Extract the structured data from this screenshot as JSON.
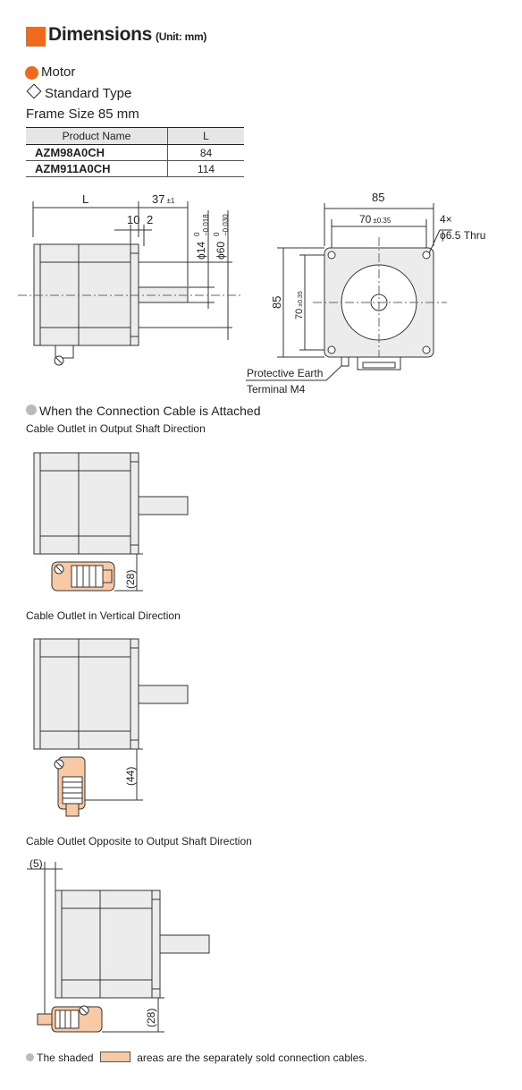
{
  "header": {
    "title": "Dimensions",
    "unit": "(Unit: mm)"
  },
  "section": {
    "title": "Motor",
    "type": "Standard Type",
    "frame": "Frame Size 85 mm"
  },
  "table": {
    "headers": [
      "Product Name",
      "L"
    ],
    "rows": [
      {
        "name": "AZM98A0CH",
        "l": "84"
      },
      {
        "name": "AZM911A0CH",
        "l": "114"
      }
    ]
  },
  "side_view": {
    "dim_l": "L",
    "dim_37": "37",
    "dim_37_tol": "±1",
    "dim_10": "10",
    "dim_2": "2",
    "phi14": "ϕ14",
    "phi14_tol_hi": "0",
    "phi14_tol_lo": "−0.018",
    "phi60": "ϕ60",
    "phi60_tol_hi": "0",
    "phi60_tol_lo": "−0.030"
  },
  "front_view": {
    "dim_85_top": "85",
    "dim_70_top": "70",
    "dim_70_tol": "±0.35",
    "dim_85_left": "85",
    "dim_70_left": "70",
    "hole_count": "4×",
    "hole_spec": "ϕ6.5 Thru",
    "earth_label_1": "Protective Earth",
    "earth_label_2": "Terminal M4"
  },
  "cable_section": {
    "title": "When the Connection Cable is Attached"
  },
  "cable_views": [
    {
      "caption": "Cable Outlet in Output Shaft Direction",
      "dim": "(28)"
    },
    {
      "caption": "Cable Outlet in Vertical Direction",
      "dim": "(44)"
    },
    {
      "caption": "Cable Outlet Opposite to Output Shaft Direction",
      "dim": "(28)",
      "dim_top": "(5)"
    }
  ],
  "footnote": {
    "prefix": "The shaded",
    "suffix": "areas are the separately sold connection cables."
  },
  "colors": {
    "accent": "#f06a1e",
    "cable_fill": "#f7c9a4",
    "motor_fill": "#ececec"
  }
}
